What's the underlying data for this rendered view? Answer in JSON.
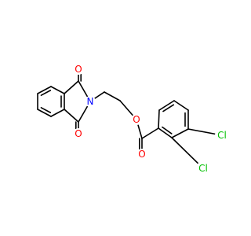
{
  "molecule": {
    "colors": {
      "bond": "#000000",
      "carbon": "#000000",
      "oxygen": "#FF0000",
      "nitrogen": "#0000FF",
      "chlorine": "#00C000"
    },
    "atoms": [
      {
        "id": "O1",
        "element": "O",
        "label": "O"
      },
      {
        "id": "O2",
        "element": "O",
        "label": "O"
      },
      {
        "id": "N1",
        "element": "N",
        "label": "N"
      },
      {
        "id": "O3",
        "element": "O",
        "label": "O"
      },
      {
        "id": "O4",
        "element": "O",
        "label": "O"
      },
      {
        "id": "Cl1",
        "element": "Cl",
        "label": "Cl"
      },
      {
        "id": "Cl2",
        "element": "Cl",
        "label": "Cl"
      }
    ]
  }
}
